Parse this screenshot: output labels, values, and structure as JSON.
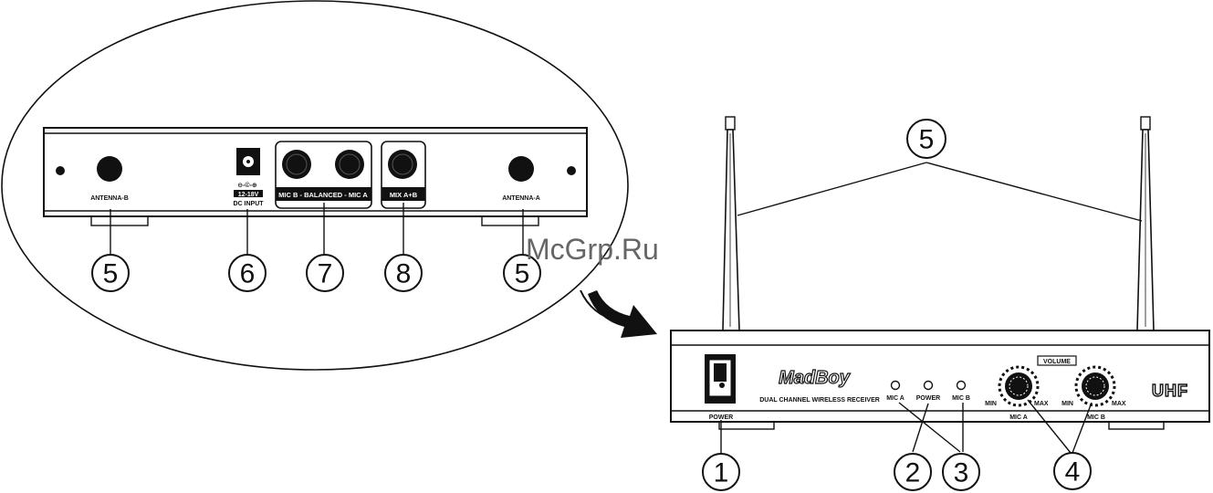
{
  "rear_panel": {
    "antenna_b_label": "ANTENNA-B",
    "antenna_a_label": "ANTENNA-A",
    "dc_symbol": "⊖-©-⊕",
    "dc_rating": "12-18V",
    "dc_input_label": "DC INPUT",
    "balanced_label": "MIC B - BALANCED - MIC A",
    "mix_label": "MIX A+B"
  },
  "front_panel": {
    "brand": "MadBoy",
    "subtitle": "DUAL CHANNEL WIRELESS RECEIVER",
    "uhf": "UHF",
    "power_label": "POWER",
    "led_mic_a": "MIC A",
    "led_power": "POWER",
    "led_mic_b": "MIC B",
    "volume_label": "VOLUME",
    "knob_min": "MIN",
    "knob_max": "MAX",
    "knob_a_label": "MIC A",
    "knob_b_label": "MIC B"
  },
  "callouts": {
    "n1": "1",
    "n2": "2",
    "n3": "3",
    "n4": "4",
    "n5": "5",
    "n6": "6",
    "n7": "7",
    "n8": "8"
  },
  "watermark": "McGrp.Ru"
}
